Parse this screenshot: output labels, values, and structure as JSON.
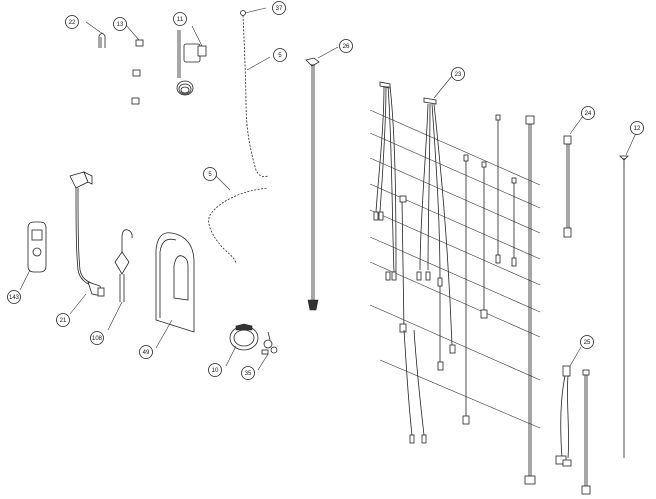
{
  "callouts": [
    {
      "id": "c22",
      "label": "22"
    },
    {
      "id": "c13",
      "label": "13"
    },
    {
      "id": "c11",
      "label": "11"
    },
    {
      "id": "c37",
      "label": "37"
    },
    {
      "id": "c5a",
      "label": "5"
    },
    {
      "id": "c26",
      "label": "26"
    },
    {
      "id": "c23",
      "label": "23"
    },
    {
      "id": "c24",
      "label": "24"
    },
    {
      "id": "c12",
      "label": "12"
    },
    {
      "id": "c5b",
      "label": "5"
    },
    {
      "id": "c143",
      "label": "143"
    },
    {
      "id": "c21",
      "label": "21"
    },
    {
      "id": "c108",
      "label": "108"
    },
    {
      "id": "c49",
      "label": "49"
    },
    {
      "id": "c10",
      "label": "10"
    },
    {
      "id": "c35",
      "label": "35"
    },
    {
      "id": "c25",
      "label": "25"
    }
  ],
  "colors": {
    "line": "#222222",
    "background": "#ffffff"
  }
}
